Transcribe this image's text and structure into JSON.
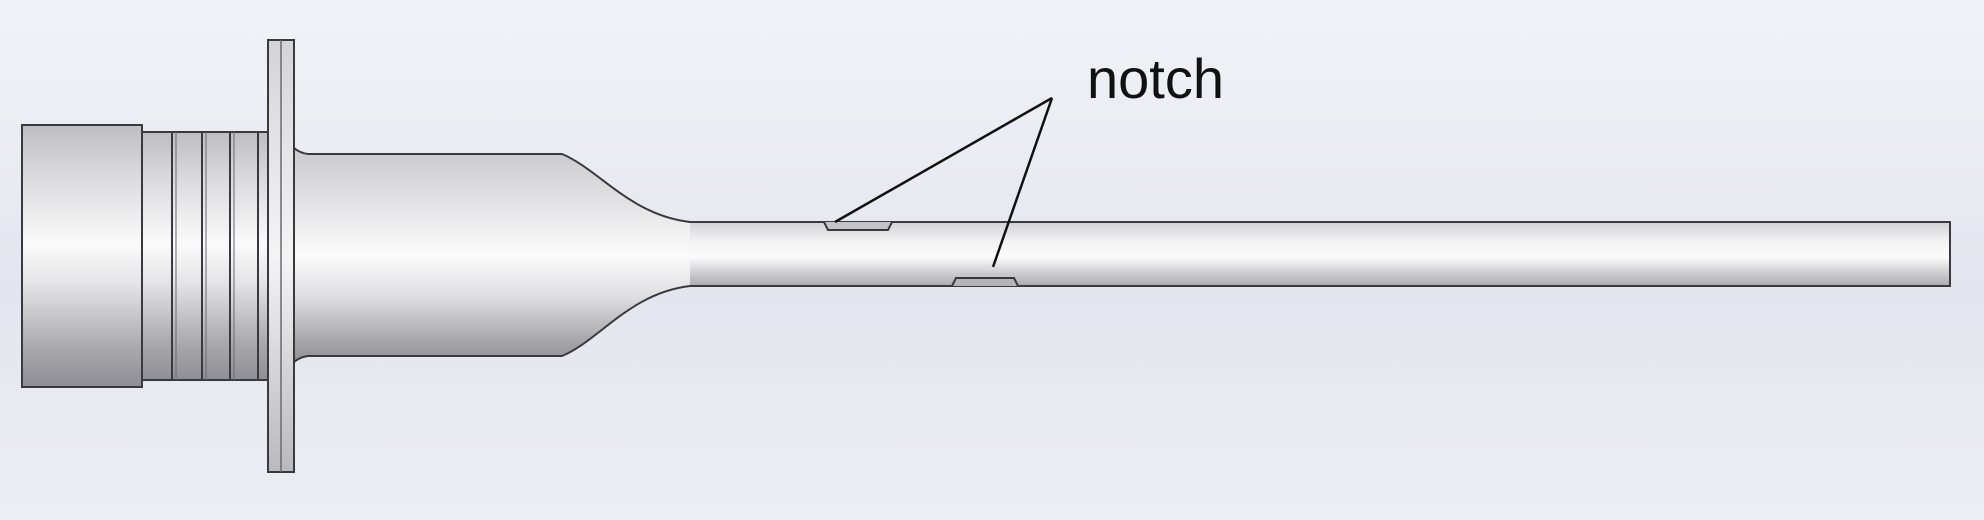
{
  "diagram": {
    "annotation": {
      "text": "notch"
    },
    "colors": {
      "background_top": "#f1f2f7",
      "background_bottom": "#e0e2ec",
      "metal_light": "#f7f7f8",
      "metal_mid": "#d6d6da",
      "metal_dark": "#8d8d93",
      "outline": "#3a3a3e",
      "leader_line": "#111111"
    },
    "parts": [
      "end-cap",
      "grooved-collar",
      "flange-disk",
      "shoulder-body",
      "tapered-neck",
      "shaft",
      "upper-notch",
      "lower-notch"
    ]
  }
}
